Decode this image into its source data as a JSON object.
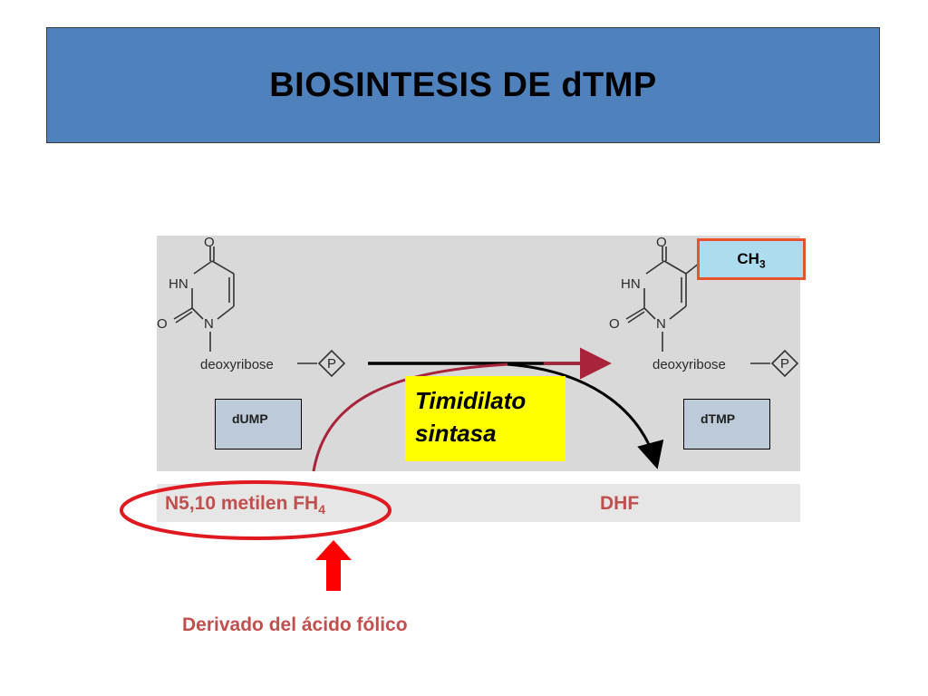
{
  "slide": {
    "title": "BIOSINTESIS DE dTMP"
  },
  "structures": {
    "oxygen": "O",
    "nh": "HN",
    "n": "N",
    "sugar": "deoxyribose",
    "phosphate": "P"
  },
  "labels": {
    "dump": "dUMP",
    "dtmp": "dTMP",
    "methyl_main": "CH",
    "methyl_sub": "3"
  },
  "enzyme": {
    "line1": "Timidilato",
    "line2": "sintasa"
  },
  "cofactor": {
    "reactant_main": "N5,10 metilen FH",
    "reactant_sub": "4",
    "product": "DHF",
    "note": "Derivado del ácido fólico"
  },
  "colors": {
    "banner": "#4f81bd",
    "accent_red": "#c0504d",
    "arrow_red": "#a8243a",
    "highlight": "#ffff00",
    "methyl_fill": "#aedcef",
    "methyl_border": "#e8522c"
  }
}
